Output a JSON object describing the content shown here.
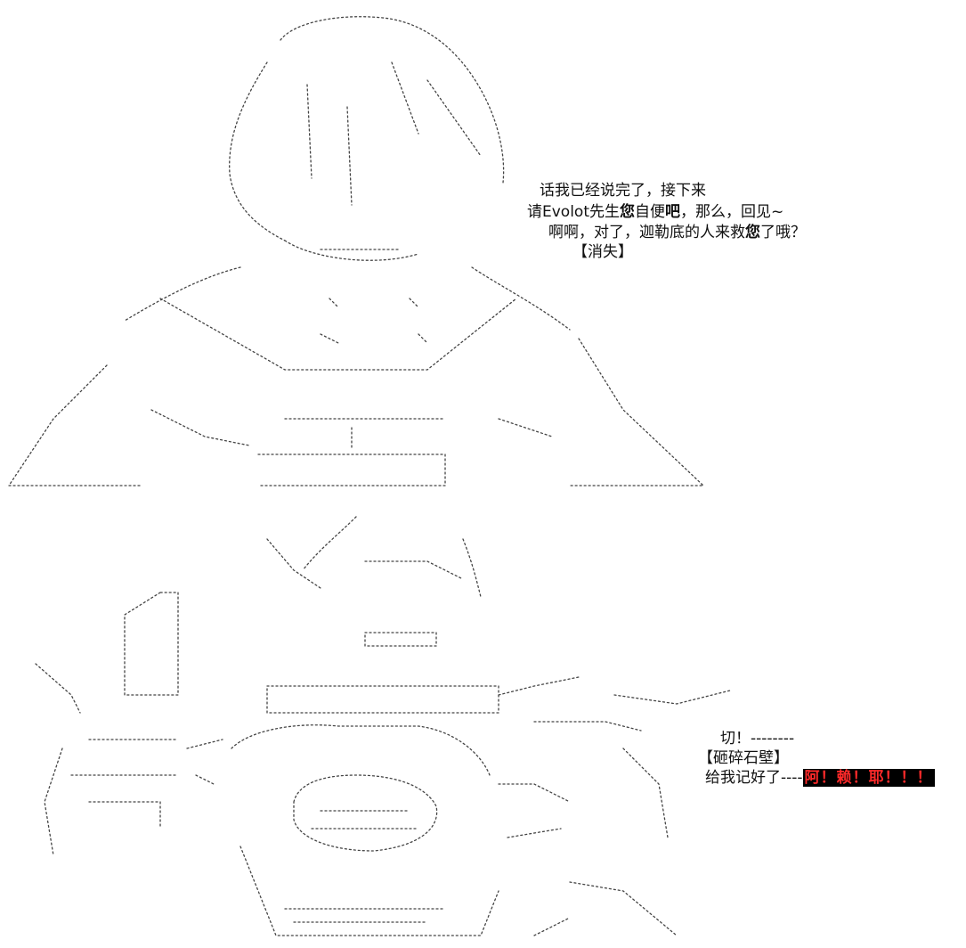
{
  "panel_top": {
    "dialogue": {
      "line1": "话我已经说完了，接下来",
      "line2_pre": "请Evolot先生",
      "line2_b1": "您",
      "line2_mid": "自便",
      "line2_b2": "吧",
      "line2_post": "，那么，回见~",
      "line3_pre": "啊啊，对了，迦勒底的人来救",
      "line3_b": "您",
      "line3_post": "了哦？",
      "line4": "【消失】"
    }
  },
  "panel_bottom": {
    "dialogue": {
      "line1": "切！--------",
      "line2": "【砸碎石壁】",
      "line3_pre": "给我记好了----",
      "line3_shout": "阿！赖！耶！！！"
    }
  }
}
